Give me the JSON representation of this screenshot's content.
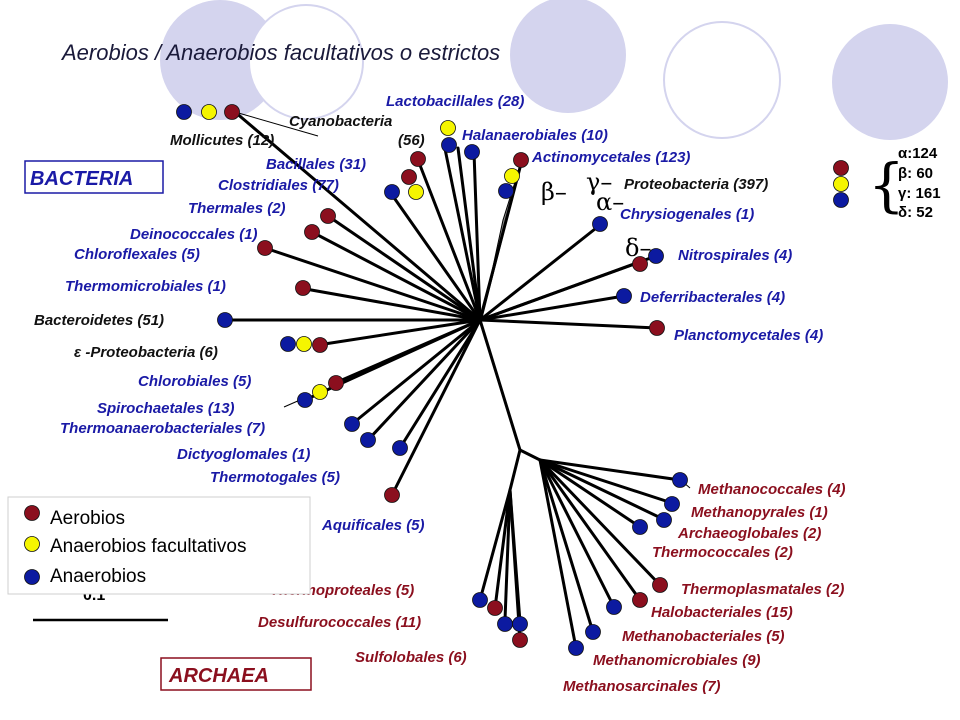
{
  "title": "Aerobios / Anaerobios facultativos o estrictos",
  "domains": {
    "bacteria": "BACTERIA",
    "archaea": "ARCHAEA"
  },
  "colors": {
    "aerobic": "#8b0f1e",
    "facultative": "#f5f500",
    "anaerobic": "#0c1aa0",
    "bacteria_label": "#1a1aa6",
    "archaea_label": "#8b0f1e",
    "decor_circle": "#d4d4ee"
  },
  "labels": {
    "lactobacillales": "Lactobacillales (28)",
    "cyanobacteria": "Cyanobacteria",
    "cyanobacteria_count": "(56)",
    "halanaerobiales": "Halanaerobiales (10)",
    "mollicutes": "Mollicutes (12)",
    "actinomycetales": "Actinomycetales (123)",
    "bacillales": "Bacillales (31)",
    "clostridiales": "Clostridiales (77)",
    "proteobacteria": "Proteobacteria (397)",
    "thermales": "Thermales (2)",
    "chrysiogenales": "Chrysiogenales (1)",
    "deinococcales": "Deinococcales (1)",
    "chloroflexales": "Chloroflexales (5)",
    "nitrospirales": "Nitrospirales (4)",
    "thermomicrobiales": "Thermomicrobiales (1)",
    "deferribacterales": "Deferribacterales (4)",
    "bacteroidetes": "Bacteroidetes (51)",
    "planctomycetales": "Planctomycetales (4)",
    "epsilon_proteobacteria": "ε -Proteobacteria (6)",
    "chlorobiales": "Chlorobiales (5)",
    "spirochaetales": "Spirochaetales (13)",
    "thermoanaerobacteriales": "Thermoanaerobacteriales (7)",
    "dictyoglomales": "Dictyoglomales (1)",
    "thermotogales": "Thermotogales (5)",
    "aquificales": "Aquificales (5)",
    "methanococcales": "Methanococcales (4)",
    "methanopyrales": "Methanopyrales (1)",
    "archaeoglobales": "Archaeoglobales (2)",
    "thermococcales": "Thermococcales (2)",
    "thermoproteales": "Thermoproteales (5)",
    "thermoplasmatales": "Thermoplasmatales (2)",
    "halobacteriales": "Halobacteriales (15)",
    "desulfurococcales": "Desulfurococcales (11)",
    "methanobacteriales": "Methanobacteriales (5)",
    "sulfolobales": "Sulfolobales (6)",
    "methanomicrobiales": "Methanomicrobiales (9)",
    "methanosarcinales": "Methanosarcinales (7)"
  },
  "greek": {
    "beta": "β–",
    "gamma": "γ–",
    "alpha": "α–",
    "delta": "δ–"
  },
  "proteo_counts": {
    "alpha": "α:124",
    "beta": "β: 60",
    "gamma": "γ: 161",
    "delta": "δ: 52",
    "brace": "{"
  },
  "legend": {
    "aerobic": "Aerobios",
    "facultative": "Anaerobios facultativos",
    "anaerobic": "Anaerobios"
  },
  "scale_bar_label": "0.1"
}
